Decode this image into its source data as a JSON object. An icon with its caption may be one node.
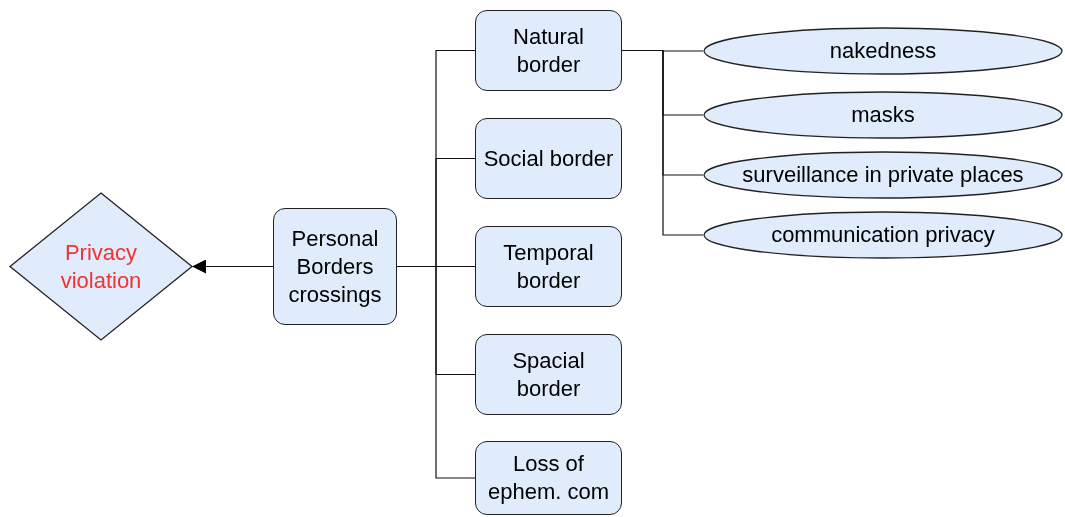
{
  "diagram": {
    "nodes": [
      {
        "text": [
          "Privacy violation"
        ]
      },
      {
        "text": [
          "Personal Borders crossings"
        ]
      },
      {
        "text": [
          "Natural border"
        ]
      },
      {
        "text": [
          "Social border"
        ]
      },
      {
        "text": [
          "Temporal border"
        ]
      },
      {
        "text": [
          "Spacial border"
        ]
      },
      {
        "text": [
          "Loss of ephem. com"
        ]
      },
      {
        "text": [
          "nakedness"
        ]
      },
      {
        "text": [
          "masks"
        ]
      },
      {
        "text": [
          "surveillance in private places"
        ]
      },
      {
        "text": [
          "communication privacy"
        ]
      }
    ],
    "edges": [
      {
        "from": 1,
        "to": 0,
        "arrow": "to"
      },
      {
        "from": 1,
        "to": 2,
        "arrow": "none"
      },
      {
        "from": 1,
        "to": 3,
        "arrow": "none"
      },
      {
        "from": 1,
        "to": 4,
        "arrow": "none"
      },
      {
        "from": 1,
        "to": 5,
        "arrow": "none"
      },
      {
        "from": 1,
        "to": 6,
        "arrow": "none"
      },
      {
        "from": 2,
        "to": 7,
        "arrow": "none"
      },
      {
        "from": 2,
        "to": 8,
        "arrow": "none"
      },
      {
        "from": 2,
        "to": 9,
        "arrow": "none"
      },
      {
        "from": 2,
        "to": 10,
        "arrow": "none"
      }
    ]
  }
}
